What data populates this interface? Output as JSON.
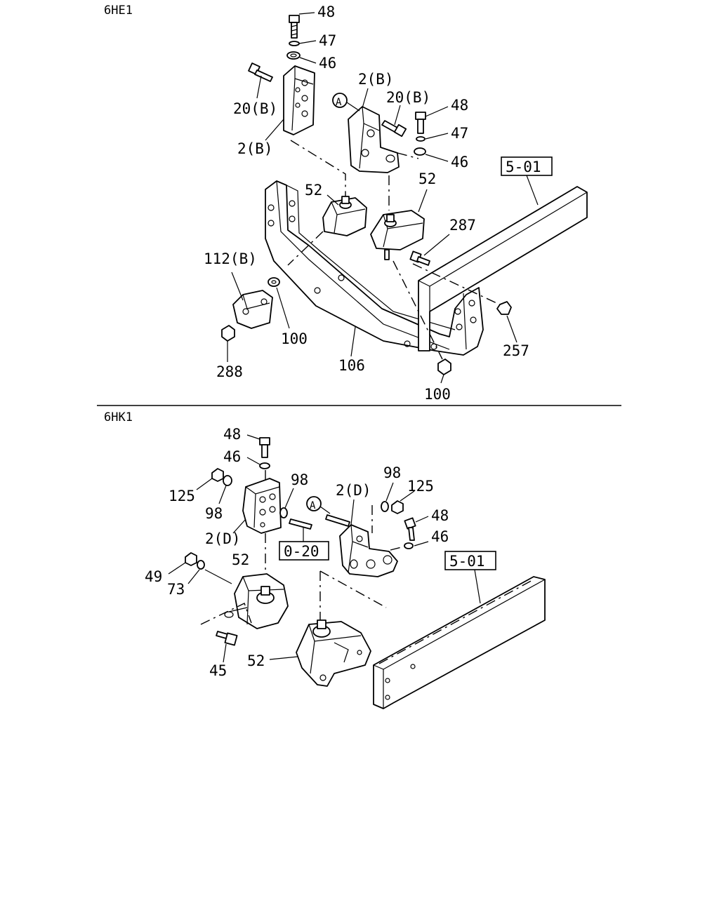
{
  "sections": [
    {
      "name": "6HE1",
      "labels": [
        {
          "key": "p48a",
          "text": "48"
        },
        {
          "key": "p47a",
          "text": "47"
        },
        {
          "key": "p46a",
          "text": "46"
        },
        {
          "key": "p20Ba",
          "text": "20(B)"
        },
        {
          "key": "p2Ba",
          "text": "2(B)"
        },
        {
          "key": "p2Bb",
          "text": "2(B)"
        },
        {
          "key": "p20Bb",
          "text": "20(B)"
        },
        {
          "key": "p48b",
          "text": "48"
        },
        {
          "key": "p47b",
          "text": "47"
        },
        {
          "key": "p46b",
          "text": "46"
        },
        {
          "key": "p52a",
          "text": "52"
        },
        {
          "key": "p52b",
          "text": "52"
        },
        {
          "key": "p287",
          "text": "287"
        },
        {
          "key": "p112B",
          "text": "112(B)"
        },
        {
          "key": "p100a",
          "text": "100"
        },
        {
          "key": "p288",
          "text": "288"
        },
        {
          "key": "p106",
          "text": "106"
        },
        {
          "key": "p100b",
          "text": "100"
        },
        {
          "key": "p257",
          "text": "257"
        }
      ],
      "callout_circle": "A",
      "ref_box": "5-01"
    },
    {
      "name": "6HK1",
      "labels": [
        {
          "key": "q48a",
          "text": "48"
        },
        {
          "key": "q46a",
          "text": "46"
        },
        {
          "key": "q125a",
          "text": "125"
        },
        {
          "key": "q98a",
          "text": "98"
        },
        {
          "key": "q98b",
          "text": "98"
        },
        {
          "key": "q2Da",
          "text": "2(D)"
        },
        {
          "key": "q2Db",
          "text": "2(D)"
        },
        {
          "key": "q98c",
          "text": "98"
        },
        {
          "key": "q125b",
          "text": "125"
        },
        {
          "key": "q48b",
          "text": "48"
        },
        {
          "key": "q46b",
          "text": "46"
        },
        {
          "key": "q52a",
          "text": "52"
        },
        {
          "key": "q49",
          "text": "49"
        },
        {
          "key": "q73",
          "text": "73"
        },
        {
          "key": "q45",
          "text": "45"
        },
        {
          "key": "q52b",
          "text": "52"
        }
      ],
      "callout_circle": "A",
      "ref_box_a": "0-20",
      "ref_box_b": "5-01"
    }
  ]
}
